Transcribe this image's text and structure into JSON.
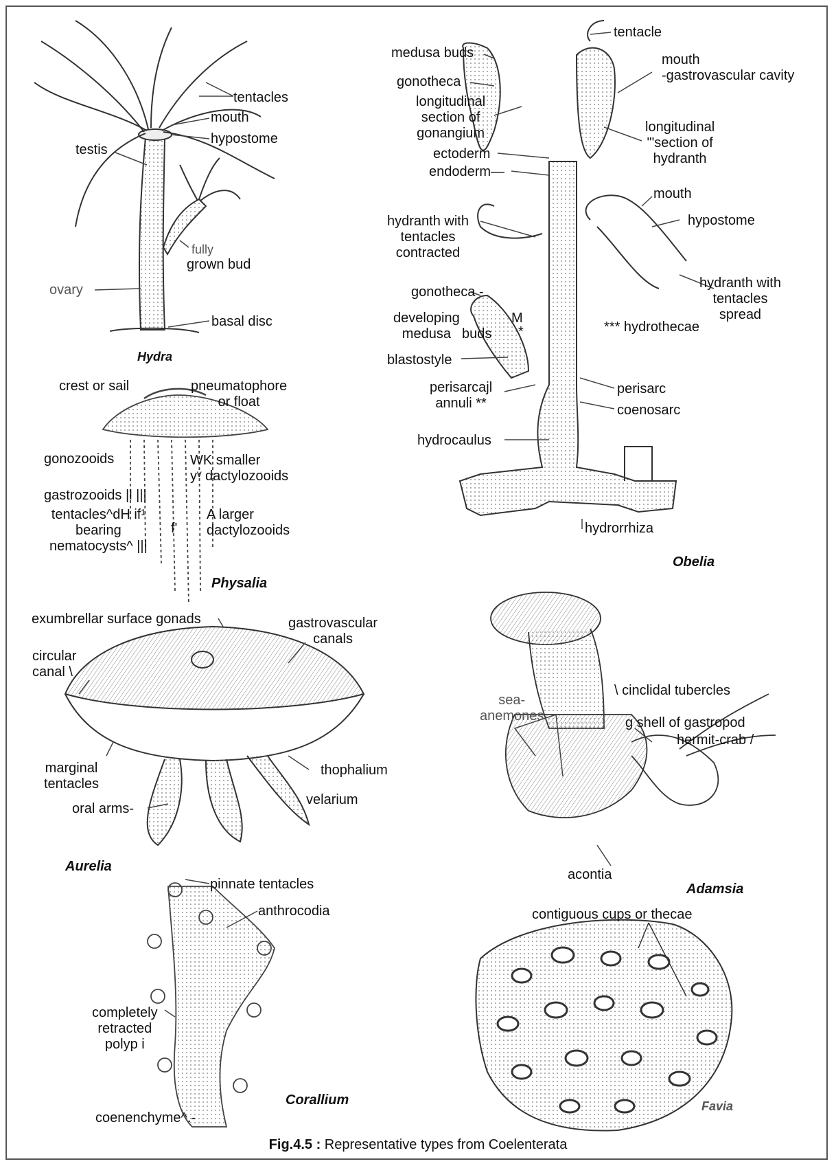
{
  "caption": {
    "label": "Fig.4.5 :",
    "text": " Representative types from Coelenterata"
  },
  "panels": {
    "hydra": {
      "title": "Hydra",
      "labels": {
        "tentacles": "tentacles",
        "mouth": "mouth",
        "hypostome": "hypostome",
        "testis": "testis",
        "fully": "fully",
        "grown_bud": "grown bud",
        "ovary": "ovary",
        "basal_disc": "basal disc"
      }
    },
    "physalia": {
      "title": "Physalia",
      "labels": {
        "crest": "crest or sail",
        "pneumatophore": "pneumatophore\nor float",
        "gonozooids": "gonozooids",
        "smaller": "WK smaller\nyᵛ dactylozooids",
        "gastrozooids": "gastrozooids |l |||",
        "tentacles_bearing": "tentacles^dH if¹\nbearing\nnematocysts^ |||",
        "f": "f'",
        "larger": "A larger\ndactylozooids"
      }
    },
    "aurelia": {
      "title": "Aurelia",
      "labels": {
        "exumbrellar": "exumbrellar surface gonads",
        "gastrovascular": "gastrovascular\ncanals",
        "circular": "circular\ncanal \\",
        "marginal": "marginal\ntentacles",
        "thophalium": "thophalium",
        "velarium": "velarium",
        "oral_arms": "oral arms-"
      }
    },
    "corallium": {
      "title": "Corallium",
      "labels": {
        "pinnate": "pinnate tentacles",
        "anthrocodia": "anthrocodia",
        "retracted": "completely\nretracted\npolyp i",
        "coenenchyme": "coenenchyme^.-"
      }
    },
    "obelia": {
      "title": "Obelia",
      "labels": {
        "tentacle": "tentacle",
        "medusa_buds": "medusa buds",
        "mouth_gv": "mouth\n-gastrovascular cavity",
        "gonotheca": "gonotheca",
        "long_gonangium": "longitudinal\nsection of\ngonangium",
        "long_hydranth": "longitudinal\n'\"section of\nhydranth",
        "ectoderm": "ectoderm",
        "endoderm": "endoderm—",
        "mouth2": "mouth",
        "hypostome": "hypostome",
        "hydranth_contracted": "hydranth with\ntentacles\ncontracted",
        "hydranth_spread": "hydranth with\ntentacles\nspread",
        "gonotheca2": "gonotheca -",
        "developing": "developing\nmedusa",
        "M": "M",
        "buds": "buds",
        "star": "*",
        "hydrothecae": "*** hydrothecae",
        "blastostyle": "blastostyle",
        "perisarcal": "perisarcajl\nannuli **",
        "perisarc": "perisarc",
        "coenosarc": "coenosarc",
        "hydrocaulus": "hydrocaulus",
        "hydrorrhiza": "hydrorrhiza"
      }
    },
    "adamsia": {
      "title": "Adamsia",
      "labels": {
        "cinclidal": "\\ cinclidal tubercles",
        "sea_anemones": "sea-\nanemones",
        "shell": "g shell of gastropod",
        "hermit": "hermit-crab /",
        "acontia": "acontia"
      }
    },
    "favia": {
      "title": "Favia",
      "labels": {
        "cups": "contiguous cups or thecae"
      }
    }
  }
}
